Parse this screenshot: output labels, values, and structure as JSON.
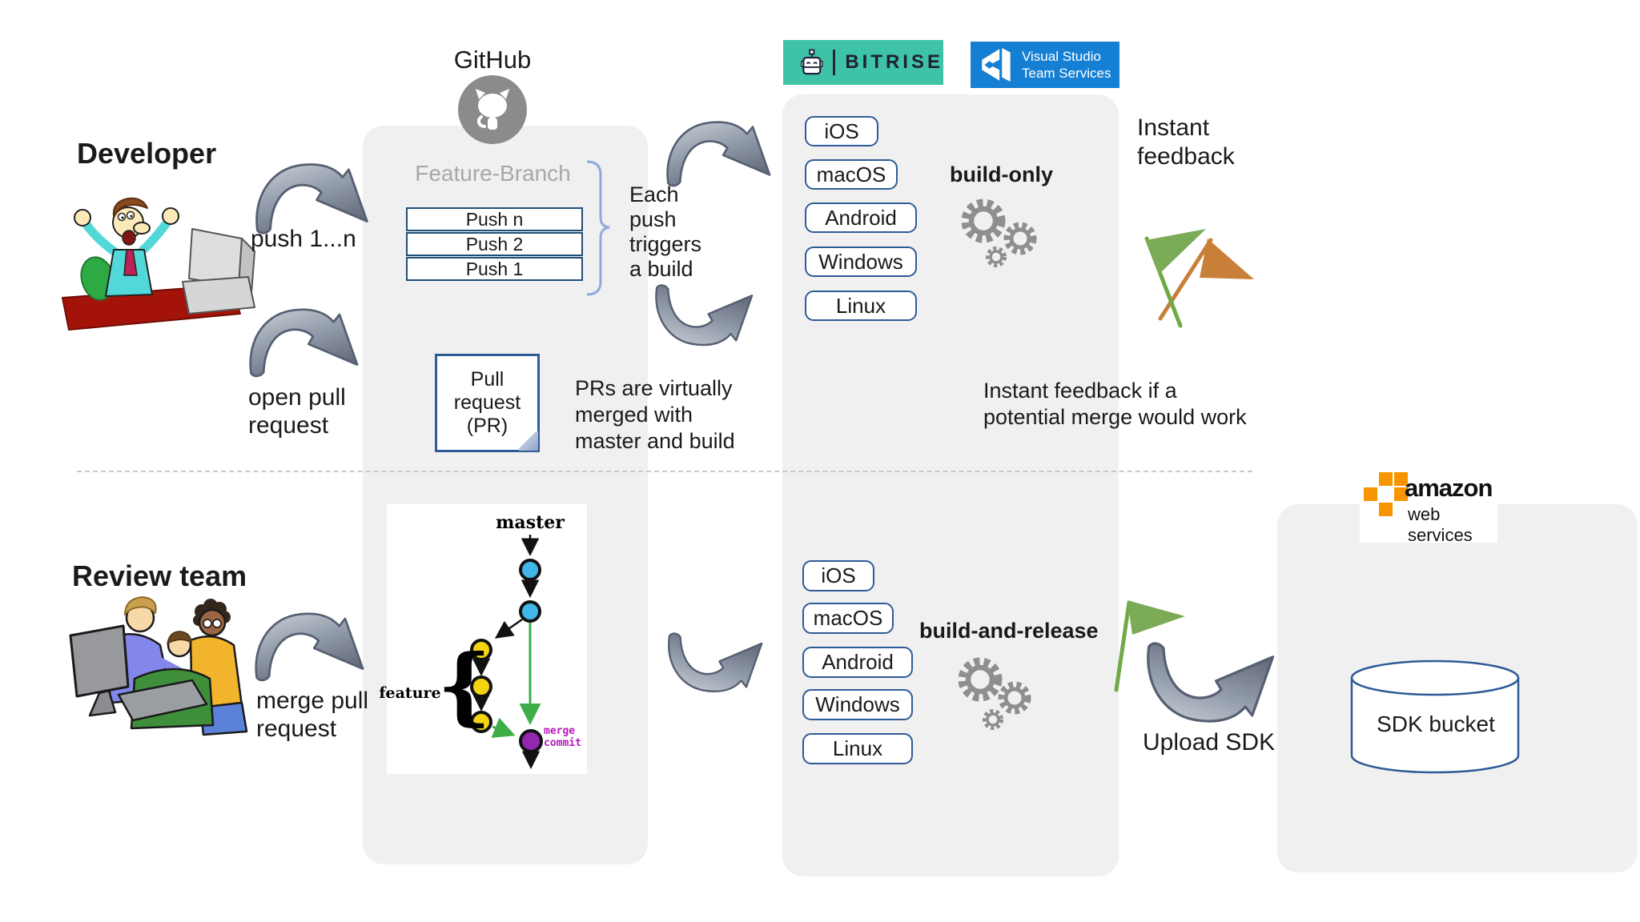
{
  "actors": {
    "developer": "Developer",
    "review_team": "Review team"
  },
  "github": {
    "label": "GitHub",
    "feature_branch": "Feature-Branch",
    "pushes": [
      "Push n",
      "Push 2",
      "Push 1"
    ],
    "pr_note": "Pull\nrequest\n(PR)"
  },
  "annotations": {
    "push_1n": "push 1...n",
    "open_pr": "open pull\nrequest",
    "each_push": "Each\npush\ntriggers\na build",
    "prs_merged": "PRs are virtually\nmerged with\nmaster and build",
    "instant_feedback": "Instant\nfeedback",
    "instant_feedback_merge": "Instant feedback if a\npotential merge would work",
    "merge_pr": "merge pull\nrequest",
    "upload_sdk": "Upload SDK"
  },
  "build": {
    "build_only": "build-only",
    "build_and_release": "build-and-release",
    "platforms_top": [
      "iOS",
      "macOS",
      "Android",
      "Windows",
      "Linux"
    ],
    "platforms_bottom": [
      "iOS",
      "macOS",
      "Android",
      "Windows",
      "Linux"
    ]
  },
  "ci": {
    "bitrise": "BITRISE",
    "vsts": "Visual Studio\nTeam Services"
  },
  "git_graph": {
    "master": "master",
    "feature": "feature",
    "merge_commit": "merge\ncommit",
    "brace": "{"
  },
  "aws": {
    "brand": "amazon",
    "brand_sub": "web services",
    "bucket": "SDK bucket"
  },
  "colors": {
    "panel_gray": "#f1f0f1",
    "chip_border_blue": "#2e5b97",
    "push_border_navy": "#1f4e79",
    "bitrise_teal": "#3ec3a7",
    "vsts_blue": "#1580d3",
    "aws_orange": "#f79500",
    "flag_green": "#6faa47",
    "flag_orange": "#c87f38",
    "commit_blue": "#41b6e8",
    "commit_yellow": "#f2d410",
    "commit_purple": "#9327b0",
    "git_arrow_green": "#3fae49",
    "merge_label_magenta": "#b519bd",
    "arrow_gray": "#8a93a3",
    "github_gray": "#8b8b8b"
  }
}
